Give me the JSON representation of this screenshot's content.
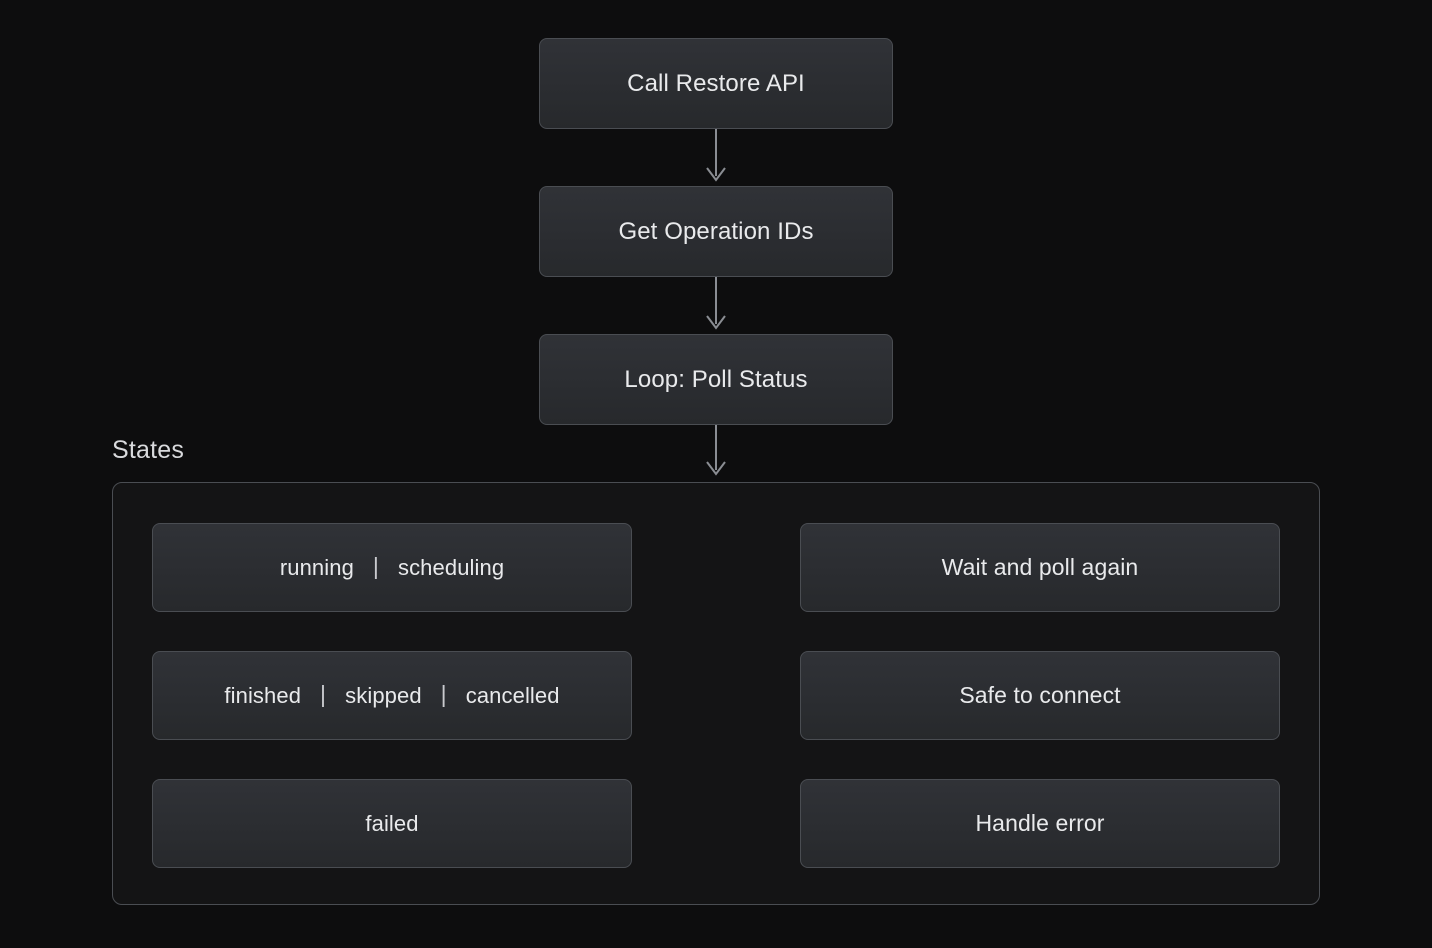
{
  "diagram": {
    "background_color": "#0d0d0e",
    "node_fill_top": "#303237",
    "node_fill_bottom": "#27292c",
    "node_border_color": "#4a4d52",
    "text_color": "#e9eaec",
    "edge_color": "#8a8d93",
    "group_fill": "#141415"
  },
  "flow": {
    "nodes": [
      {
        "id": "call-restore-api",
        "label": "Call Restore API"
      },
      {
        "id": "get-operation-ids",
        "label": "Get Operation IDs"
      },
      {
        "id": "loop-poll-status",
        "label": "Loop: Poll Status"
      }
    ]
  },
  "states_group": {
    "label": "States",
    "rows": [
      {
        "id": "row-running-scheduling",
        "state": {
          "id": "state-running-scheduling",
          "parts": [
            "running",
            "scheduling"
          ],
          "separator": "|"
        },
        "action": {
          "id": "action-wait-and-poll-again",
          "label": "Wait and poll again"
        }
      },
      {
        "id": "row-finished-skipped-cancelled",
        "state": {
          "id": "state-finished-skipped-cancelled",
          "parts": [
            "finished",
            "skipped",
            "cancelled"
          ],
          "separator": "|"
        },
        "action": {
          "id": "action-safe-to-connect",
          "label": "Safe to connect"
        }
      },
      {
        "id": "row-failed",
        "state": {
          "id": "state-failed",
          "parts": [
            "failed"
          ],
          "separator": "|"
        },
        "action": {
          "id": "action-handle-error",
          "label": "Handle error"
        }
      }
    ]
  }
}
